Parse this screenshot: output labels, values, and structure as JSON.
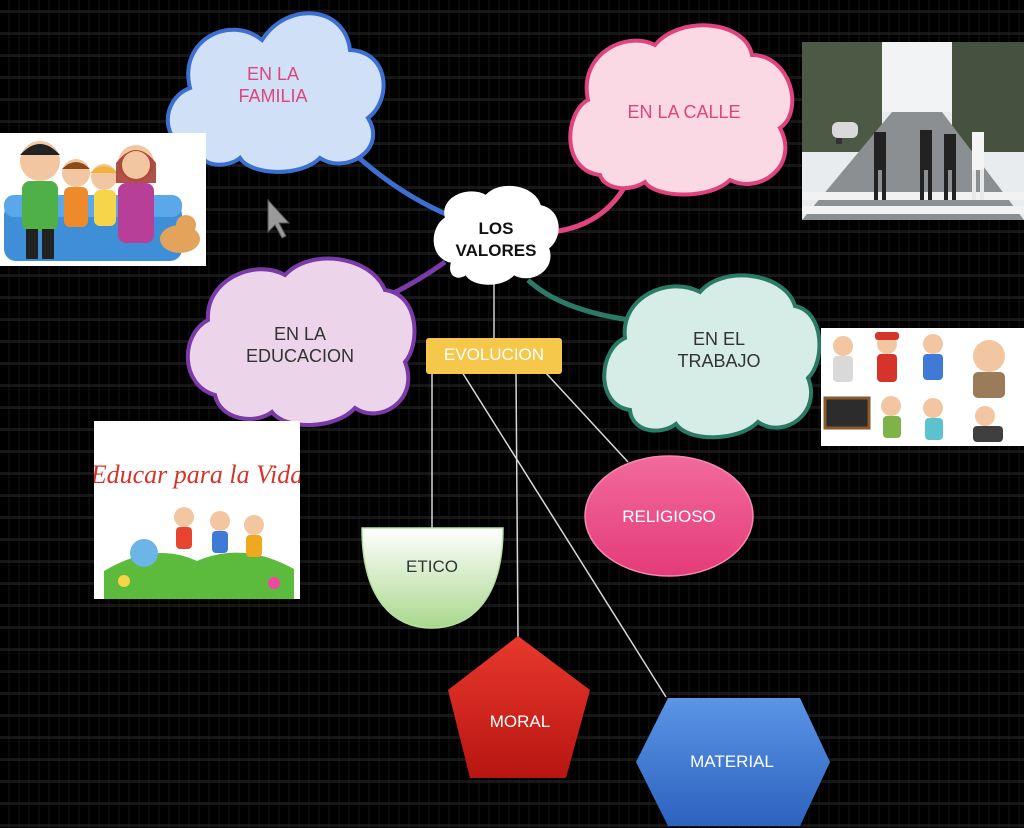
{
  "center": {
    "line1": "LOS",
    "line2": "VALORES"
  },
  "evolucion": "EVOLUCION",
  "nodes": {
    "familia": {
      "line1": "EN LA",
      "line2": "FAMILIA"
    },
    "calle": {
      "line1": "EN LA CALLE"
    },
    "educacion": {
      "line1": "EN LA",
      "line2": "EDUCACION"
    },
    "trabajo": {
      "line1": "EN EL",
      "line2": "TRABAJO"
    }
  },
  "types": {
    "religioso": "RELIGIOSO",
    "etico": "ETICO",
    "moral": "MORAL",
    "material": "MATERIAL"
  },
  "images": {
    "educar_caption": "Educar para la Vida"
  },
  "colors": {
    "familia_fill": "#cfe0f7",
    "familia_stroke": "#3d6fd1",
    "familia_text": "#e0447f",
    "calle_fill": "#fbd9e4",
    "calle_stroke": "#e0447f",
    "calle_text": "#e0447f",
    "educacion_fill": "#ecd4ea",
    "educacion_stroke": "#7a3aa8",
    "educacion_text": "#333333",
    "trabajo_fill": "#d6ece6",
    "trabajo_stroke": "#2b7a66",
    "trabajo_text": "#333333",
    "evolucion_fill": "#f5c84c",
    "religioso_fill": "#ec4c86",
    "moral_fill": "#d9261c",
    "material_fill": "#3f7bd6"
  }
}
